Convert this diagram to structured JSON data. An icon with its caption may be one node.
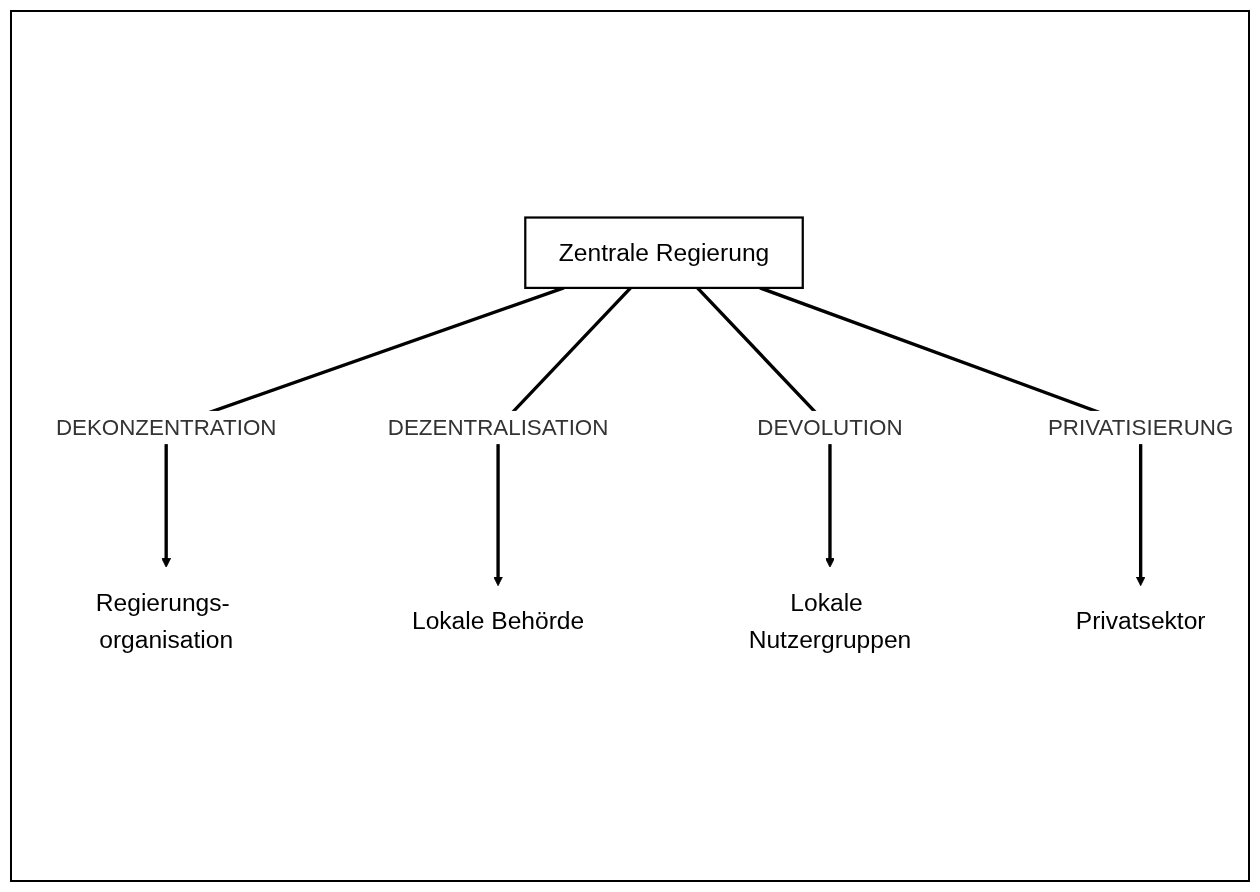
{
  "diagram": {
    "nodes": [
      {
        "text": [
          "Zentrale Regierung"
        ]
      },
      {
        "text": [
          "Regierungs- organisation"
        ]
      },
      {
        "text": [
          "Lokale Behörde"
        ]
      },
      {
        "text": [
          "Lokale Nutzergruppen"
        ]
      },
      {
        "text": [
          "Privatsektor"
        ]
      }
    ],
    "edges": [
      {
        "from": 0,
        "to": 1,
        "arrow": "to",
        "label": "DEKONZENTRATION"
      },
      {
        "from": 0,
        "to": 2,
        "arrow": "to",
        "label": "DEZENTRALISATION"
      },
      {
        "from": 0,
        "to": 3,
        "arrow": "to",
        "label": "DEVOLUTION"
      },
      {
        "from": 0,
        "to": 4,
        "arrow": "to",
        "label": "PRIVATISIERUNG"
      }
    ]
  }
}
